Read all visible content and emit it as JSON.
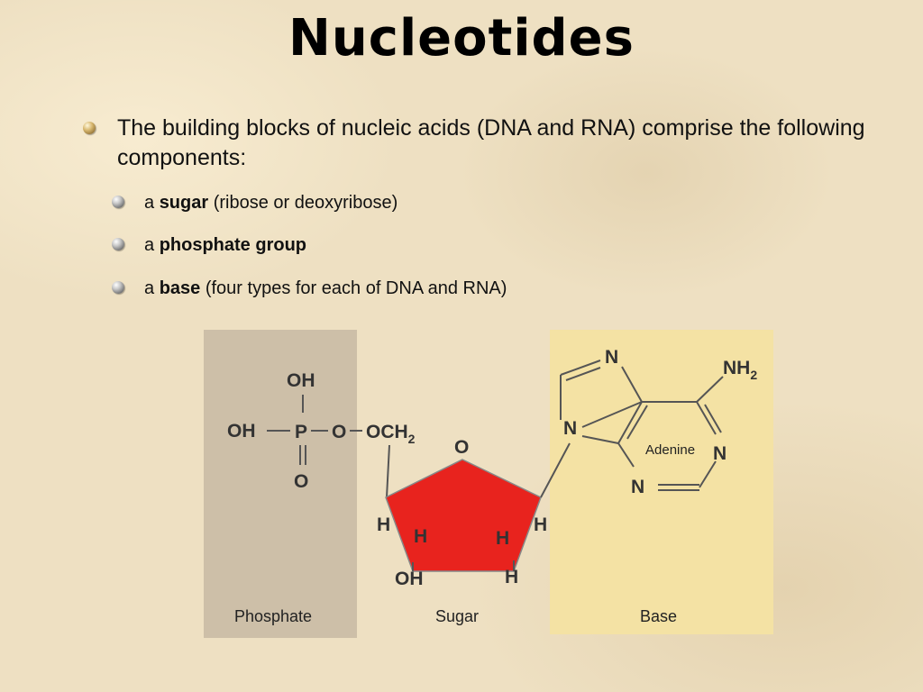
{
  "title": "Nucleotides",
  "main_bullet": "The building blocks of nucleic acids (DNA and RNA) comprise the following components:",
  "sub_bullets": [
    {
      "prefix": "a ",
      "bold": "sugar",
      "suffix": " (ribose or deoxyribose)"
    },
    {
      "prefix": "a ",
      "bold": "phosphate group",
      "suffix": ""
    },
    {
      "prefix": "a ",
      "bold": "base",
      "suffix": " (four types for each of DNA and RNA)"
    }
  ],
  "diagram": {
    "colors": {
      "phosphate_panel": "#cdbfa8",
      "base_panel": "#f4e2a4",
      "sugar_ring": "#e8231e"
    },
    "panel_labels": {
      "phosphate": "Phosphate",
      "sugar": "Sugar",
      "base": "Base"
    },
    "phosphate": {
      "oh_top": "OH",
      "oh_left": "OH",
      "p": "P",
      "o_link": "O",
      "ch2": "OCH",
      "ch2_sub": "2",
      "o_bottom": "O"
    },
    "sugar": {
      "ring_o": "O",
      "h_left_outer": "H",
      "h_left_inner": "H",
      "h_right_inner": "H",
      "h_right_outer": "H",
      "oh": "OH",
      "h_bottom": "H"
    },
    "base": {
      "name": "Adenine",
      "n_top": "N",
      "nh": "NH",
      "nh_sub": "2",
      "n_left": "N",
      "n_right": "N",
      "n_bottom": "N"
    }
  }
}
